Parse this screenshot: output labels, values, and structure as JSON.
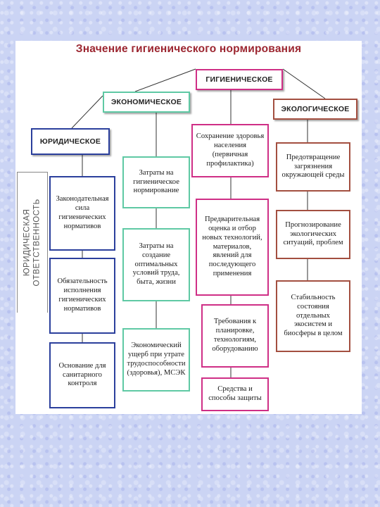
{
  "title": "Значение гигиенического нормирования",
  "root": {
    "label": "ГИГИЕНИЧЕСКОЕ"
  },
  "side_label": {
    "line1": "юридическая",
    "line2": "ответственность"
  },
  "columns": {
    "legal": {
      "header": "ЮРИДИЧЕСКОЕ",
      "color": "#2b3f9c",
      "items": [
        "Законодательная сила гигиенических нормативов",
        "Обязательность исполнения гигиенических нормативов",
        "Основание для санитарного контроля"
      ]
    },
    "economic": {
      "header": "ЭКОНОМИЧЕСКОЕ",
      "color": "#5fc9a4",
      "items": [
        "Затраты на гигиеническое нормирование",
        "Затраты на создание оптимальных условий труда, быта, жизни",
        "Экономический ущерб при утрате трудоспособности (здоровья), МСЭК"
      ]
    },
    "hygienic": {
      "color": "#cf2f86",
      "items": [
        "Сохранение здоровья населения (первичная профилактика)",
        "Предварительная оценка и отбор новых технологий, материалов, явлений для последующего применения",
        "Требования к планировке, технологиям, оборудованию",
        "Средства и способы защиты"
      ]
    },
    "ecological": {
      "header": "ЭКОЛОГИЧЕСКОЕ",
      "color": "#a34f40",
      "items": [
        "Предотвращение загрязнения окружающей среды",
        "Прогнозирование экологических ситуаций, проблем",
        "Стабильность состояния отдельных экосистем и биосферы в целом"
      ]
    }
  }
}
